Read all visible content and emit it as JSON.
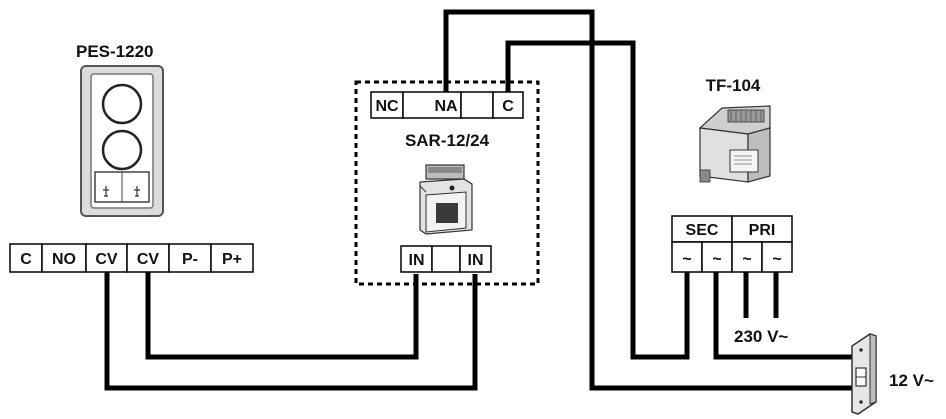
{
  "devices": {
    "panel": {
      "title": "PES-1220",
      "terminals": [
        "C",
        "NO",
        "CV",
        "CV",
        "P-",
        "P+"
      ]
    },
    "relay": {
      "title": "SAR-12/24",
      "top_terminals": [
        "NC",
        "NA",
        "",
        "C"
      ],
      "bottom_terminals": [
        "IN",
        "",
        "IN"
      ]
    },
    "transformer": {
      "title": "TF-104",
      "groups": [
        "SEC",
        "PRI"
      ],
      "terminals": [
        "~",
        "~",
        "~",
        "~"
      ]
    }
  },
  "labels": {
    "mains": "230 V~",
    "lock": "12 V~"
  },
  "colors": {
    "wire": "#000000",
    "device": "#cfcfcf"
  }
}
